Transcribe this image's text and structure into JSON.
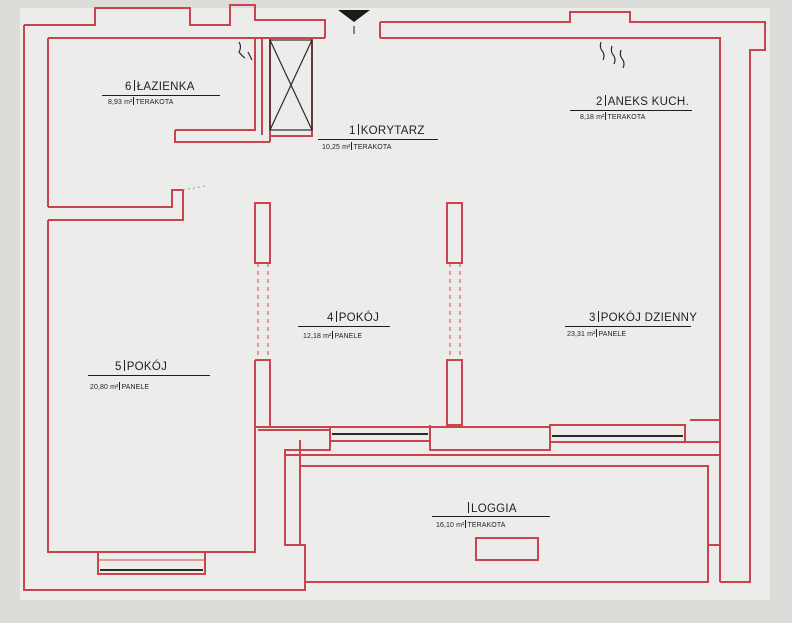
{
  "rooms": [
    {
      "id": "lazienka",
      "number": "6",
      "name": "ŁAZIENKA",
      "area": "8,93",
      "unit": "m²",
      "finish": "TERAKOTA"
    },
    {
      "id": "aneks",
      "number": "2",
      "name": "ANEKS KUCH.",
      "area": "8,18",
      "unit": "m²",
      "finish": "TERAKOTA"
    },
    {
      "id": "korytarz",
      "number": "1",
      "name": "KORYTARZ",
      "area": "10,25",
      "unit": "m²",
      "finish": "TERAKOTA"
    },
    {
      "id": "pokoj4",
      "number": "4",
      "name": "POKÓJ",
      "area": "12,18",
      "unit": "m²",
      "finish": "PANELE"
    },
    {
      "id": "dzienny",
      "number": "3",
      "name": "POKÓJ DZIENNY",
      "area": "23,31",
      "unit": "m²",
      "finish": "PANELE"
    },
    {
      "id": "pokoj5",
      "number": "5",
      "name": "POKÓJ",
      "area": "20,80",
      "unit": "m²",
      "finish": "PANELE"
    },
    {
      "id": "loggia",
      "number": "",
      "name": "LOGGIA",
      "area": "16,10",
      "unit": "m²",
      "finish": "TERAKOTA"
    }
  ],
  "colors": {
    "wall": "#c8464b",
    "ink": "#1e1e1e",
    "paper": "#ececea"
  },
  "icons": [
    "entrance-arrow-icon",
    "shaft-cross-icon",
    "ventilation-icon"
  ]
}
